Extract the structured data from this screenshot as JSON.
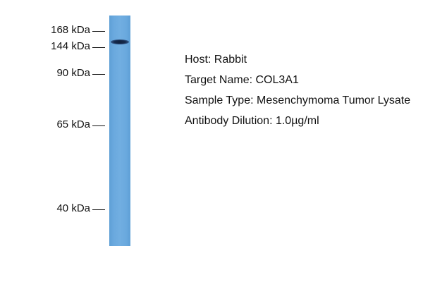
{
  "markers": [
    {
      "id": "m168",
      "label": "168 kDa"
    },
    {
      "id": "m144",
      "label": "144 kDa"
    },
    {
      "id": "m90",
      "label": "90 kDa"
    },
    {
      "id": "m65",
      "label": "65 kDa"
    },
    {
      "id": "m40",
      "label": "40 kDa"
    }
  ],
  "info": {
    "host": "Host: Rabbit",
    "target": "Target Name: COL3A1",
    "sample": "Sample Type: Mesenchymoma Tumor Lysate",
    "dilution": "Antibody Dilution: 1.0µg/ml"
  },
  "colors": {
    "lane": "#6aa9de",
    "band": "#162a4d"
  }
}
